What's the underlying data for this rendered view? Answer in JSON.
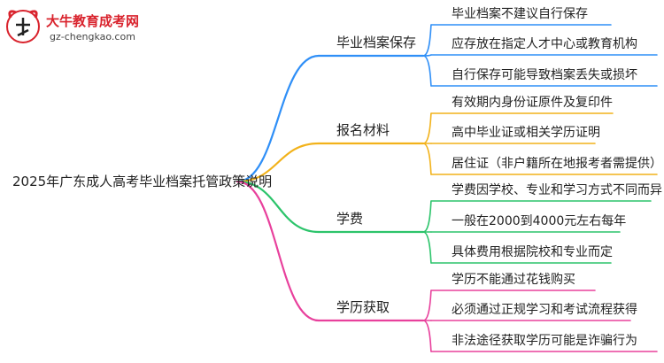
{
  "logo": {
    "title": "大牛教育成考网",
    "url": "gz-chengkao.com",
    "mark_text": "大牛"
  },
  "root": "2025年广东成人高考毕业档案托管政策说明",
  "branches": [
    {
      "label": "毕业档案保存",
      "color": "#2f8ff7",
      "leaves": [
        "毕业档案不建议自行保存",
        "应存放在指定人才中心或教育机构",
        "自行保存可能导致档案丢失或损坏"
      ]
    },
    {
      "label": "报名材料",
      "color": "#f2b21a",
      "leaves": [
        "有效期内身份证原件及复印件",
        "高中毕业证或相关学历证明",
        "居住证（非户籍所在地报考者需提供）"
      ]
    },
    {
      "label": "学费",
      "color": "#2cc46b",
      "leaves": [
        "学费因学校、专业和学习方式不同而异",
        "一般在2000到4000元左右每年",
        "具体费用根据院校和专业而定"
      ]
    },
    {
      "label": "学历获取",
      "color": "#e8409c",
      "leaves": [
        "学历不能通过花钱购买",
        "必须通过正规学习和考试流程获得",
        "非法途径获取学历可能是诈骗行为"
      ]
    }
  ]
}
